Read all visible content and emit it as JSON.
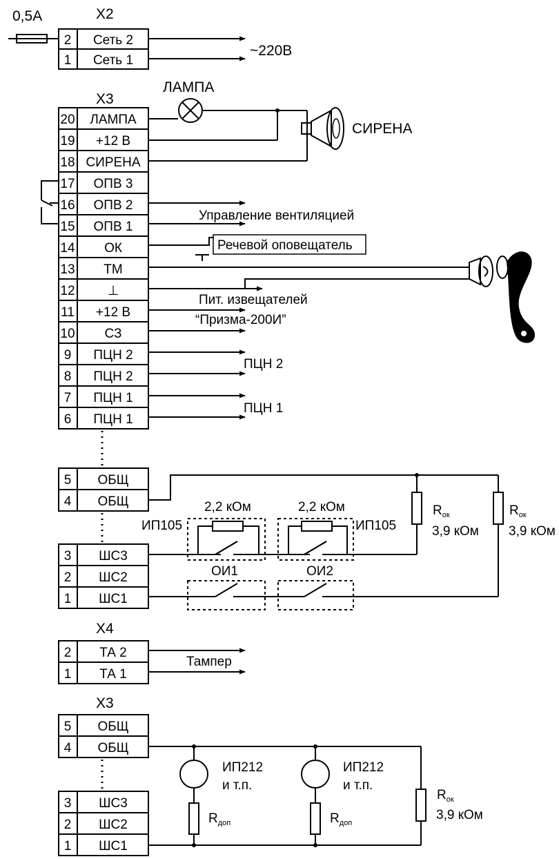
{
  "fuse": {
    "label": "0,5A"
  },
  "x2": {
    "title": "X2",
    "rows": [
      {
        "num": "2",
        "label": "Сеть 2"
      },
      {
        "num": "1",
        "label": "Сеть 1"
      }
    ],
    "out_label": "~220В"
  },
  "x3_top": {
    "title": "X3",
    "rows": [
      {
        "num": "20",
        "label": "ЛАМПА"
      },
      {
        "num": "19",
        "label": "+12 В"
      },
      {
        "num": "18",
        "label": "СИРЕНА"
      },
      {
        "num": "17",
        "label": "ОПВ 3"
      },
      {
        "num": "16",
        "label": "ОПВ 2"
      },
      {
        "num": "15",
        "label": "ОПВ 1"
      },
      {
        "num": "14",
        "label": "ОК"
      },
      {
        "num": "13",
        "label": "ТМ"
      },
      {
        "num": "12",
        "label": "⊥"
      },
      {
        "num": "11",
        "label": "+12 В"
      },
      {
        "num": "10",
        "label": "СЗ"
      },
      {
        "num": "9",
        "label": "ПЦН 2"
      },
      {
        "num": "8",
        "label": "ПЦН 2"
      },
      {
        "num": "7",
        "label": "ПЦН 1"
      },
      {
        "num": "6",
        "label": "ПЦН 1"
      }
    ],
    "lamp_label": "ЛАМПА",
    "siren_label": "СИРЕНА",
    "vent_label": "Управление вентиляцией",
    "speech_label": "Речевой оповещатель",
    "power_label1": "Пит. извещателей",
    "power_label2": "“Призма-200И”",
    "pcn2_label": "ПЦН 2",
    "pcn1_label": "ПЦН 1"
  },
  "loops": {
    "rows_top": [
      {
        "num": "5",
        "label": "ОБЩ"
      },
      {
        "num": "4",
        "label": "ОБЩ"
      }
    ],
    "rows_bottom": [
      {
        "num": "3",
        "label": "ШС3"
      },
      {
        "num": "2",
        "label": "ШС2"
      },
      {
        "num": "1",
        "label": "ШС1"
      }
    ],
    "res1": "2,2 кОм",
    "res2": "2,2 кОм",
    "det1": "ИП105",
    "det2": "ИП105",
    "oi1": "ОИ1",
    "oi2": "ОИ2",
    "rok": "R",
    "rok_sub": "ок",
    "rok_val": "3,9 кОм"
  },
  "x4": {
    "title": "X4",
    "rows": [
      {
        "num": "2",
        "label": "ТА 2"
      },
      {
        "num": "1",
        "label": "ТА 1"
      }
    ],
    "tamper_label": "Тампер"
  },
  "x3_bottom": {
    "title": "X3",
    "rows_top": [
      {
        "num": "5",
        "label": "ОБЩ"
      },
      {
        "num": "4",
        "label": "ОБЩ"
      }
    ],
    "rows_bottom": [
      {
        "num": "3",
        "label": "ШС3"
      },
      {
        "num": "2",
        "label": "ШС2"
      },
      {
        "num": "1",
        "label": "ШС1"
      }
    ],
    "det1": "ИП212",
    "det2": "ИП212",
    "det_sub": "и т.п.",
    "rdop": "R",
    "rdop_sub": "доп",
    "rok": "R",
    "rok_sub": "ок",
    "rok_val": "3,9 кОм"
  }
}
